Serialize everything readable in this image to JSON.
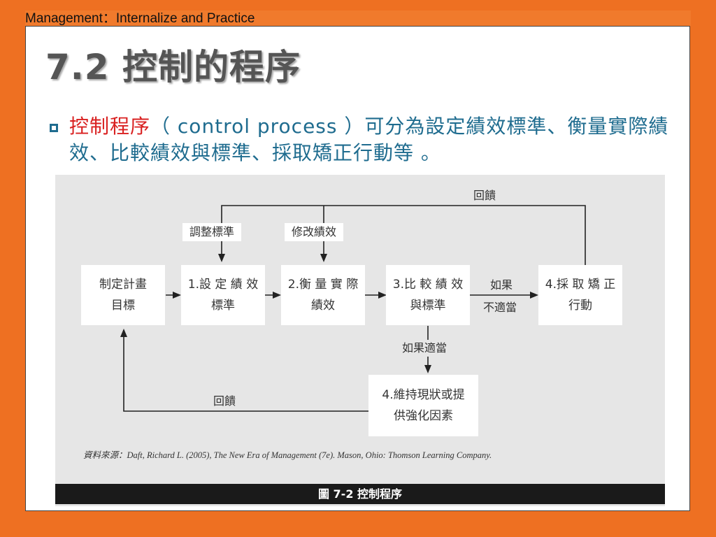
{
  "header": {
    "text": "Management：Internalize and Practice"
  },
  "slide": {
    "title": "7.2 控制的程序",
    "bullet": {
      "highlight": "控制程序",
      "text": "（ control  process ）可分為設定績效標準、衡量實際績效、比較績效與標準、採取矯正行動等 。"
    }
  },
  "figure": {
    "boxes": {
      "plan": [
        "制定計畫",
        "目標"
      ],
      "step1": [
        "1.設 定 績 效",
        "標準"
      ],
      "step2": [
        "2.衡 量 實 際",
        "績效"
      ],
      "step3": [
        "3.比 較 績 效",
        "與標準"
      ],
      "step4a": [
        "4.採 取 矯 正",
        "行動"
      ],
      "step4b": [
        "4.維持現狀或提",
        "供強化因素"
      ]
    },
    "labels": {
      "adjust_standard": "調整標準",
      "revise_performance": "修改績效",
      "feedback_top": "回饋",
      "feedback_bottom": "回饋",
      "if_not_appropriate": [
        "如果",
        "不適當"
      ],
      "if_appropriate": "如果適當"
    },
    "source": "資料來源：Daft, Richard L. (2005), The New Era of Management (7e). Mason, Ohio: Thomson Learning Company.",
    "caption": "圖 7-2  控制程序"
  }
}
